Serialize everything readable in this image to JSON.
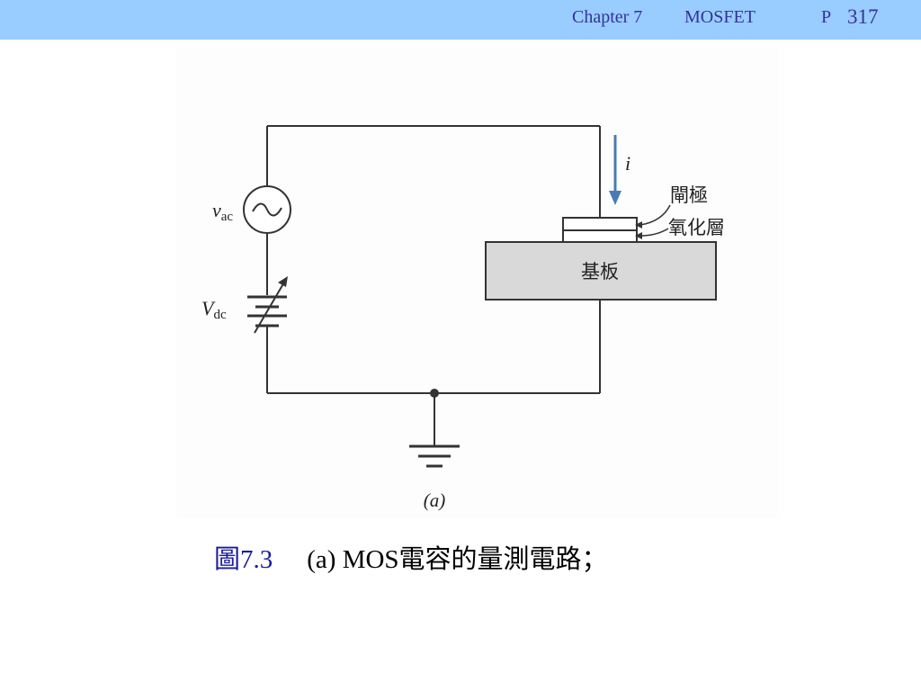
{
  "header": {
    "chapter": "Chapter 7",
    "subject": "MOSFET",
    "page_prefix": "P",
    "page_number": "317"
  },
  "figure": {
    "labels": {
      "vac_main": "v",
      "vac_sub": "ac",
      "vdc_main": "V",
      "vdc_sub": "dc",
      "current": "i",
      "gate": "閘極",
      "oxide": "氧化層",
      "substrate": "基板",
      "panel_label": "(a)"
    }
  },
  "caption": {
    "figure_number": "圖7.3",
    "text": "(a) MOS電容的量測電路；"
  },
  "colors": {
    "header_bg": "#99ccff",
    "header_text": "#333399",
    "figure_number": "#1a1aa0",
    "substrate_fill": "#d9d9d9",
    "current_arrow": "#4a7ab5"
  }
}
